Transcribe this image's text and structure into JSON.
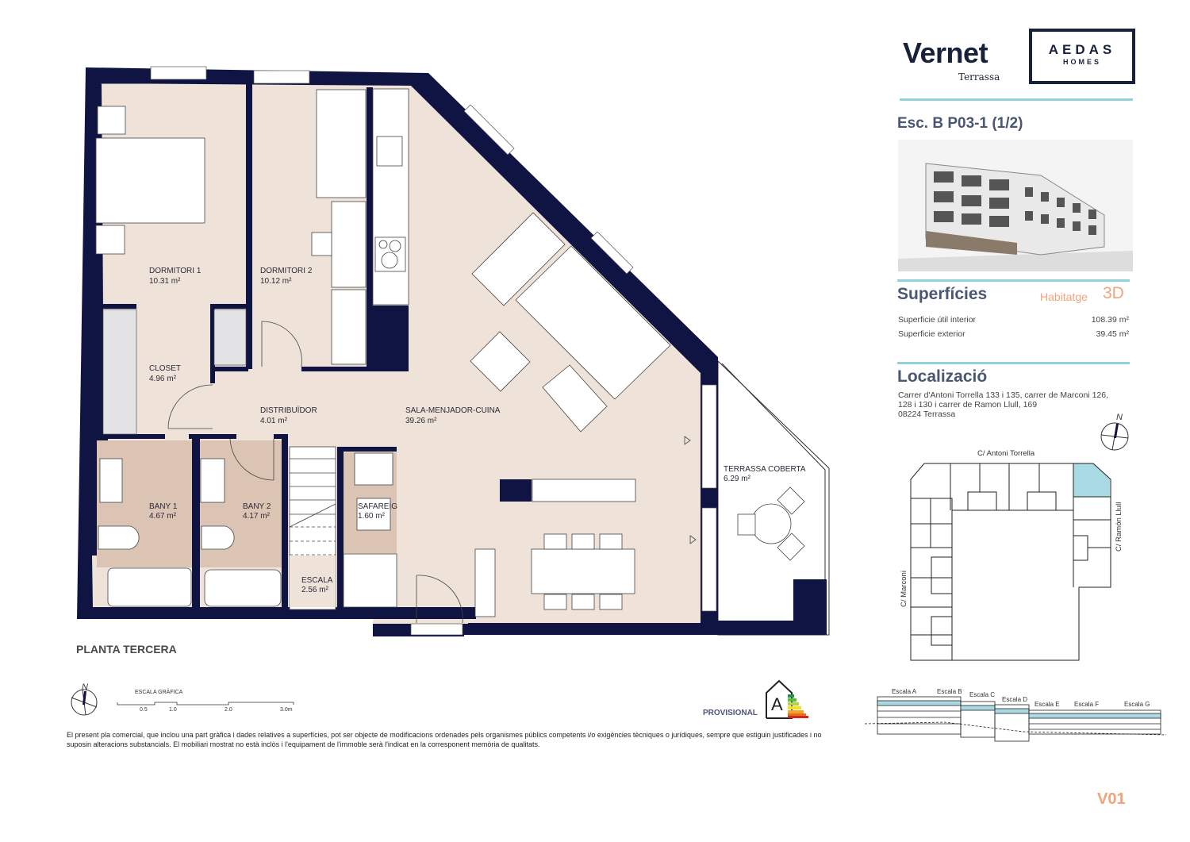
{
  "brand": {
    "name": "Vernet",
    "city": "Terrassa",
    "partner_line1": "AEDAS",
    "partner_line2": "HOMES"
  },
  "unit_title": "Esc. B P03-1 (1/2)",
  "surfaces": {
    "heading": "Superfícies",
    "type_label": "Habitatge",
    "type_value": "3D",
    "rows": [
      {
        "label": "Superficie útil interior",
        "value": "108.39 m²"
      },
      {
        "label": "Superficie exterior",
        "value": "39.45 m²"
      }
    ]
  },
  "location": {
    "heading": "Localizació",
    "address_lines": [
      "Carrer d'Antoni Torrella 133 i 135, carrer de Marconi 126,",
      "128 i 130 i carrer de Ramon Llull, 169",
      "08224 Terrassa"
    ],
    "north": "N",
    "streets": {
      "top": "C/ Antoni Torrella",
      "left": "C/ Marconi",
      "right": "C/ Ramón Llull"
    }
  },
  "elevation": {
    "labels": [
      "Escala A",
      "Escala B",
      "Escala C",
      "Escala D",
      "Escala E",
      "Escala F",
      "Escala G"
    ]
  },
  "plan": {
    "floor_label": "PLANTA TERCERA",
    "rooms": [
      {
        "name": "DORMITORI 1",
        "area": "10.31 m²"
      },
      {
        "name": "DORMITORI 2",
        "area": "10.12 m²"
      },
      {
        "name": "CLOSET",
        "area": "4.96 m²"
      },
      {
        "name": "DISTRIBUÏDOR",
        "area": "4.01 m²"
      },
      {
        "name": "SALA-MENJADOR-CUINA",
        "area": "39.26 m²"
      },
      {
        "name": "BANY 1",
        "area": "4.67 m²"
      },
      {
        "name": "BANY 2",
        "area": "4.17 m²"
      },
      {
        "name": "SAFAREIG",
        "area": "1.60 m²"
      },
      {
        "name": "ESCALA",
        "area": "2.56 m²"
      },
      {
        "name": "TERRASSA COBERTA",
        "area": "6.29 m²"
      }
    ]
  },
  "scale": {
    "title": "ESCALA GRÀFICA",
    "ticks": [
      "0.5",
      "1.0",
      "2.0",
      "3.0m"
    ],
    "north": "N"
  },
  "energy": {
    "label": "PROVISIONAL",
    "rating": "A",
    "colors": [
      "#1a9a3a",
      "#5cb83a",
      "#b8d433",
      "#f2e12b",
      "#f4a623",
      "#ec6b22",
      "#d7261e"
    ]
  },
  "disclaimer": "El present pla comercial, que inclou una part gràfica i dades relatives a superfícies, pot ser objecte de modificacions ordenades pels organismes públics competents i/o exigències tècniques o jurídiques, sempre que estiguin justificades i no suposin alteracions substancials. El mobiliari mostrat no està inclòs i l'equipament de l'immoble serà l'indicat en la corresponent memòria de qualitats.",
  "version": "V01",
  "colors": {
    "wall": "#0f1442",
    "floor": "#efe3d9",
    "wet": "#dcc4b4",
    "accent": "#8fd3da",
    "title": "#4b5673",
    "orange": "#f0a47a"
  }
}
